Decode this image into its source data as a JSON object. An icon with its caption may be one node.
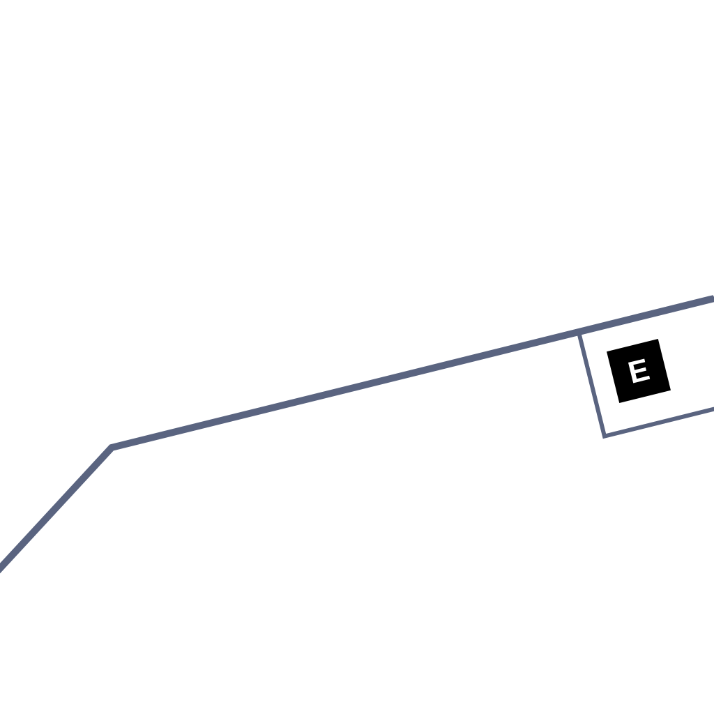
{
  "diagram": {
    "nodes": [
      {
        "text": [],
        "shape": "box"
      },
      {
        "text": [
          "E"
        ],
        "in": 0
      }
    ]
  }
}
